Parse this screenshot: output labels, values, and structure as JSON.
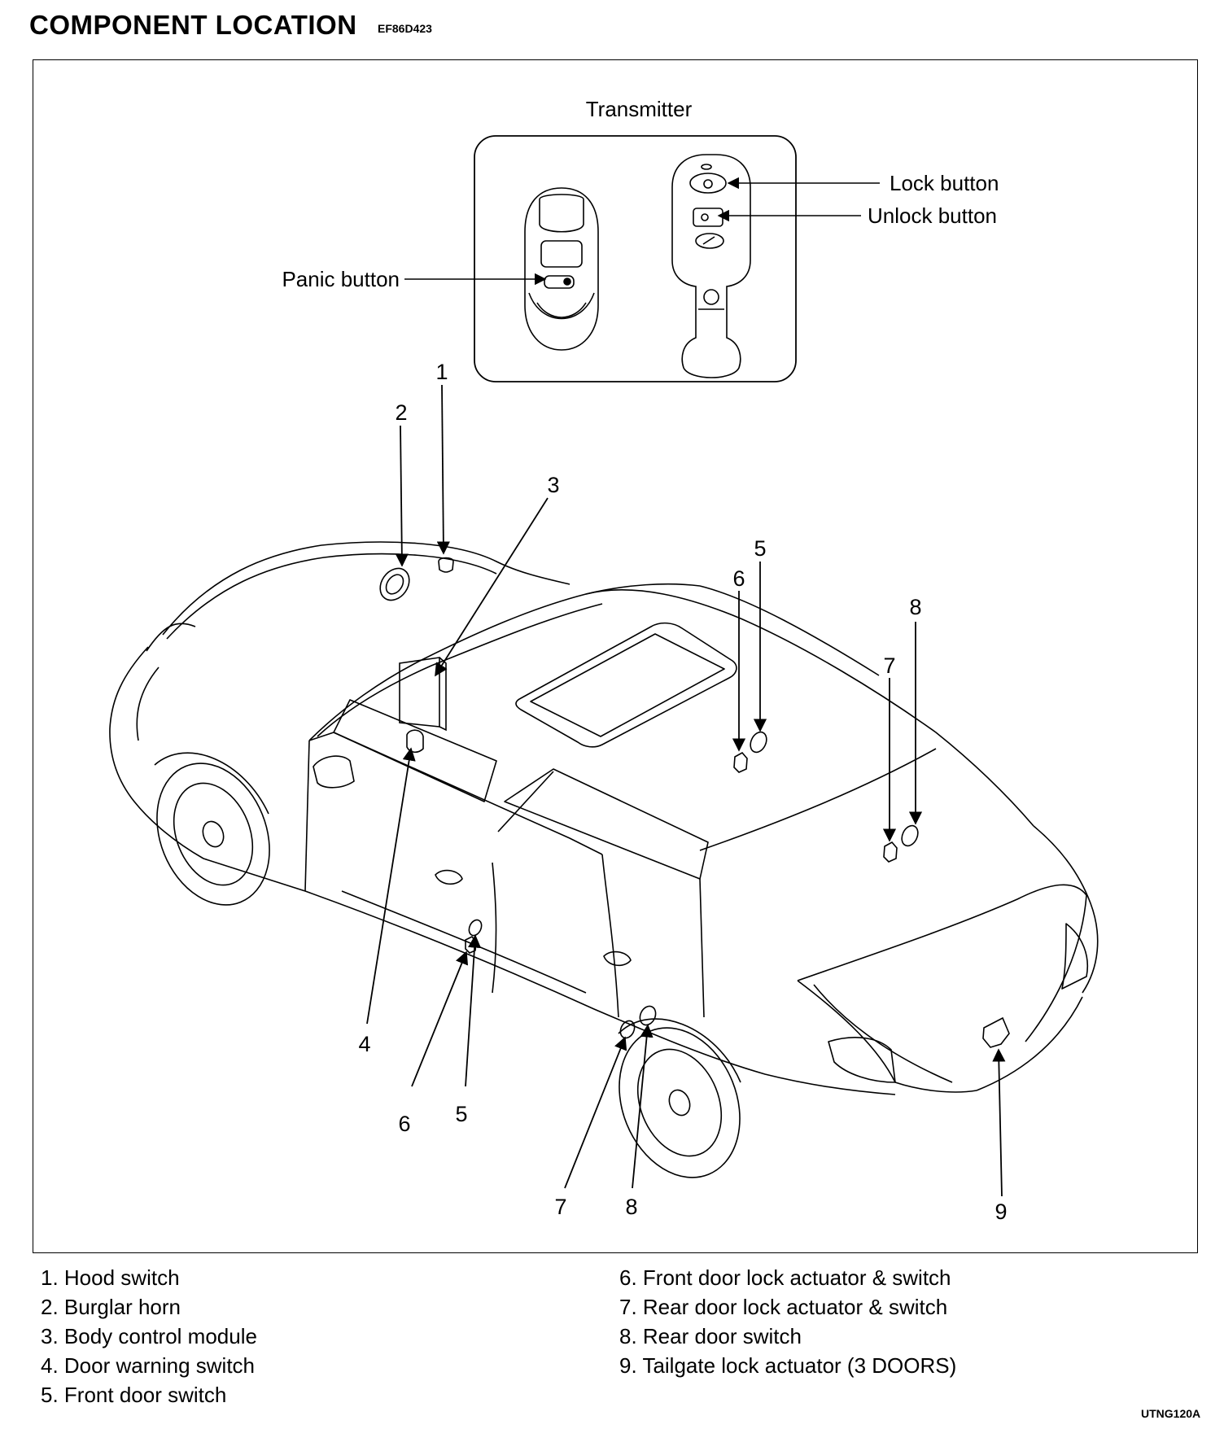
{
  "header": {
    "title": "COMPONENT LOCATION",
    "code": "EF86D423"
  },
  "transmitter": {
    "title": "Transmitter",
    "labels": {
      "lock": "Lock button",
      "unlock": "Unlock button",
      "panic": "Panic button"
    }
  },
  "callouts": [
    "1",
    "2",
    "3",
    "4",
    "5",
    "6",
    "7",
    "8",
    "9"
  ],
  "legend": {
    "left": [
      "1. Hood switch",
      "2. Burglar horn",
      "3. Body control module",
      "4. Door warning switch",
      "5. Front door switch"
    ],
    "right": [
      "6. Front door lock actuator & switch",
      "7. Rear door lock actuator & switch",
      "8. Rear door switch",
      "9. Tailgate lock actuator (3 DOORS)"
    ]
  },
  "figure_code": "UTNG120A"
}
